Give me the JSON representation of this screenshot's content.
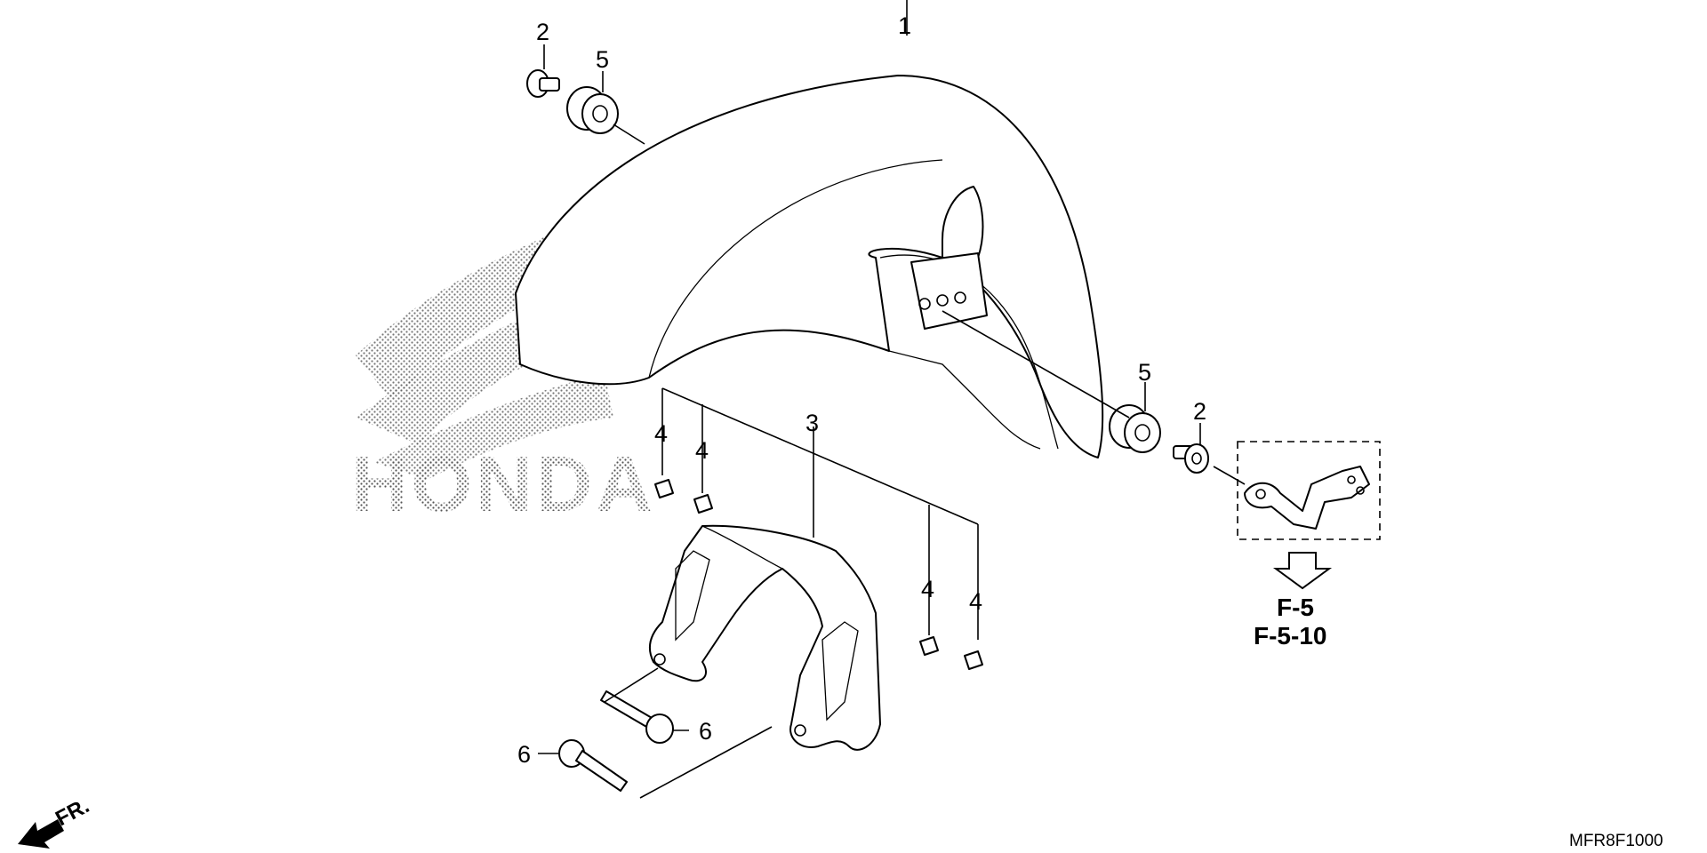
{
  "diagram": {
    "callouts": {
      "part_1": "1",
      "part_2_top": "2",
      "part_2_right": "2",
      "part_3": "3",
      "part_4_a": "4",
      "part_4_b": "4",
      "part_4_c": "4",
      "part_4_d": "4",
      "part_5_top": "5",
      "part_5_right": "5",
      "part_6_right": "6",
      "part_6_left": "6"
    },
    "reference_primary": "F-5",
    "reference_secondary": "F-5-10",
    "front_label": "FR.",
    "watermark": "HONDA",
    "diagram_code": "MFR8F1000"
  }
}
